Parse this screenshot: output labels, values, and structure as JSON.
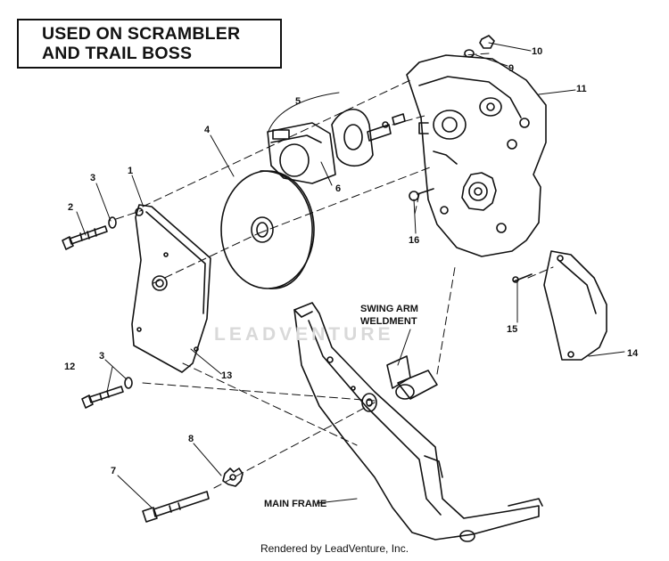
{
  "title": {
    "line1": "USED ON SCRAMBLER",
    "line2": "AND TRAIL BOSS"
  },
  "callouts": {
    "c1": "1",
    "c2": "2",
    "c3a": "3",
    "c3b": "3",
    "c4": "4",
    "c5": "5",
    "c6": "6",
    "c7": "7",
    "c8": "8",
    "c9": "9",
    "c10": "10",
    "c11": "11",
    "c12": "12",
    "c13": "13",
    "c14": "14",
    "c15": "15",
    "c16": "16"
  },
  "labels": {
    "swing_arm_line1": "SWING ARM",
    "swing_arm_line2": "WELDMENT",
    "main_frame": "MAIN FRAME"
  },
  "watermark": "LEADVENTURE",
  "footer": "Rendered by LeadVenture, Inc."
}
